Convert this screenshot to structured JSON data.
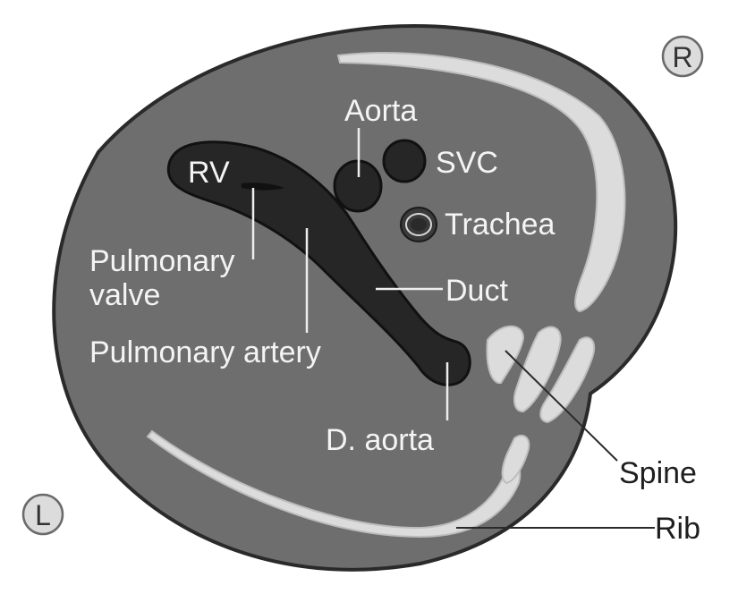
{
  "orientation": {
    "right": "R",
    "left": "L"
  },
  "labels": {
    "aorta": "Aorta",
    "svc": "SVC",
    "rv": "RV",
    "trachea": "Trachea",
    "pulmonary_valve_line1": "Pulmonary",
    "pulmonary_valve_line2": "valve",
    "duct": "Duct",
    "pulmonary_artery": "Pulmonary artery",
    "d_aorta": "D. aorta",
    "spine": "Spine",
    "rib": "Rib"
  },
  "colors": {
    "body": "#6e6e6e",
    "vessel": "#262626",
    "bone": "#dcdcdc"
  }
}
